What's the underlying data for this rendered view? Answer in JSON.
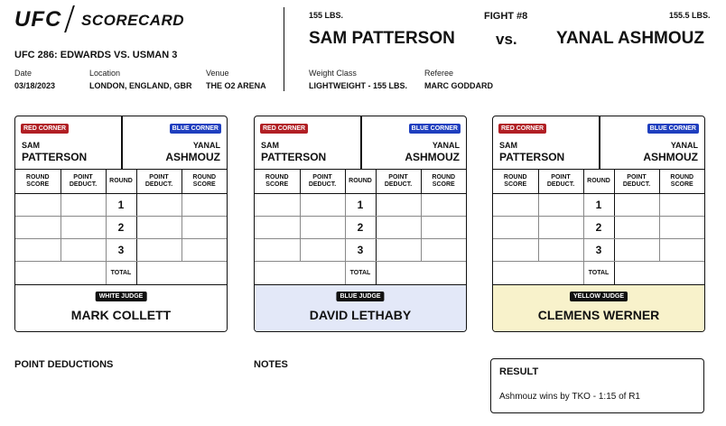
{
  "brand": {
    "logo": "UFC",
    "title": "SCORECARD"
  },
  "event": {
    "title": "UFC 286: EDWARDS VS. USMAN 3",
    "date_label": "Date",
    "date": "03/18/2023",
    "location_label": "Location",
    "location": "LONDON, ENGLAND, GBR",
    "venue_label": "Venue",
    "venue": "THE O2 ARENA"
  },
  "fight": {
    "number": "FIGHT #8",
    "vs": "vs.",
    "left_weight": "155 LBS.",
    "right_weight": "155.5 LBS.",
    "left_fighter": "SAM PATTERSON",
    "right_fighter": "YANAL ASHMOUZ",
    "weight_class_label": "Weight Class",
    "weight_class": "LIGHTWEIGHT - 155 LBS.",
    "referee_label": "Referee",
    "referee": "MARC GODDARD"
  },
  "card_common": {
    "red_corner": "RED CORNER",
    "blue_corner": "BLUE CORNER",
    "red_first": "SAM",
    "red_last": "PATTERSON",
    "blue_first": "YANAL",
    "blue_last": "ASHMOUZ",
    "h_round_score_1": "ROUND",
    "h_round_score_2": "SCORE",
    "h_point_1": "POINT",
    "h_point_2": "DEDUCT.",
    "h_round": "ROUND",
    "rounds": [
      "1",
      "2",
      "3"
    ],
    "total": "TOTAL"
  },
  "judges": [
    {
      "badge": "WHITE JUDGE",
      "name": "MARK COLLETT",
      "bg": "#ffffff"
    },
    {
      "badge": "BLUE JUDGE",
      "name": "DAVID LETHABY",
      "bg": "#e3e8f8"
    },
    {
      "badge": "YELLOW JUDGE",
      "name": "CLEMENS WERNER",
      "bg": "#f8f2cb"
    }
  ],
  "sections": {
    "point_deductions": "POINT DEDUCTIONS",
    "notes": "NOTES",
    "result_title": "RESULT",
    "result_text": "Ashmouz wins by TKO -  1:15 of R1"
  },
  "colors": {
    "red_corner": "#b11f24",
    "blue_corner": "#1f3fbf"
  }
}
